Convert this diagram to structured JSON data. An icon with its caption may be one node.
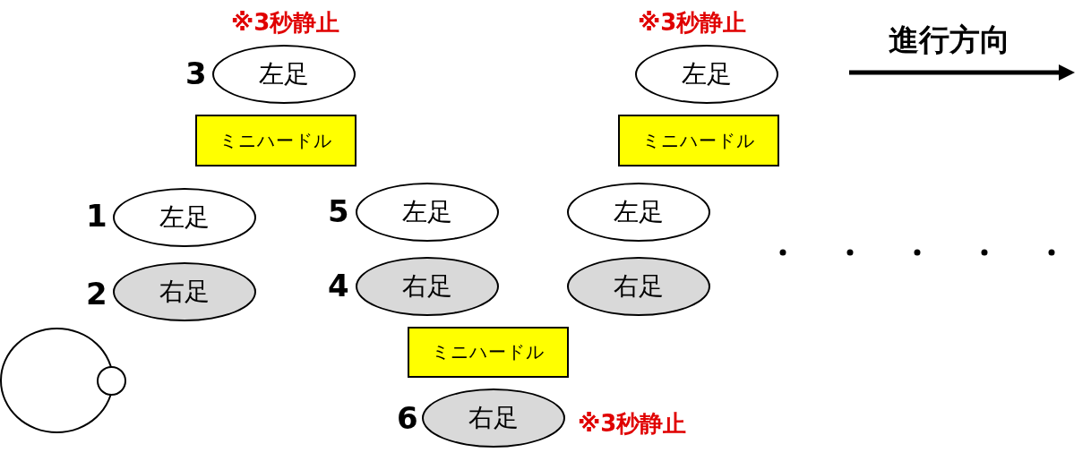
{
  "diagram": {
    "nodes": [
      {
        "text": [
          "左足"
        ],
        "beside": [
          "※3秒静止",
          "3"
        ]
      },
      {
        "text": [
          "左足"
        ],
        "beside": [
          "※3秒静止"
        ]
      },
      {
        "text": [
          "ミニハードル"
        ]
      },
      {
        "text": [
          "ミニハードル"
        ]
      },
      {
        "text": [
          "左足"
        ],
        "beside": [
          "1"
        ]
      },
      {
        "text": [
          "左足"
        ],
        "beside": [
          "5"
        ]
      },
      {
        "text": [
          "左足"
        ]
      },
      {
        "text": [
          "右足"
        ],
        "beside": [
          "2"
        ]
      },
      {
        "text": [
          "右足"
        ],
        "beside": [
          "4"
        ]
      },
      {
        "text": [
          "右足"
        ]
      },
      {
        "text": [
          "ミニハードル"
        ]
      },
      {
        "text": [
          "右足"
        ],
        "beside": [
          "6",
          "※3秒静止"
        ]
      },
      {
        "text": [],
        "shape": "circle"
      },
      {
        "text": [],
        "shape": "circle"
      }
    ],
    "labels": [
      "進行方向"
    ]
  }
}
